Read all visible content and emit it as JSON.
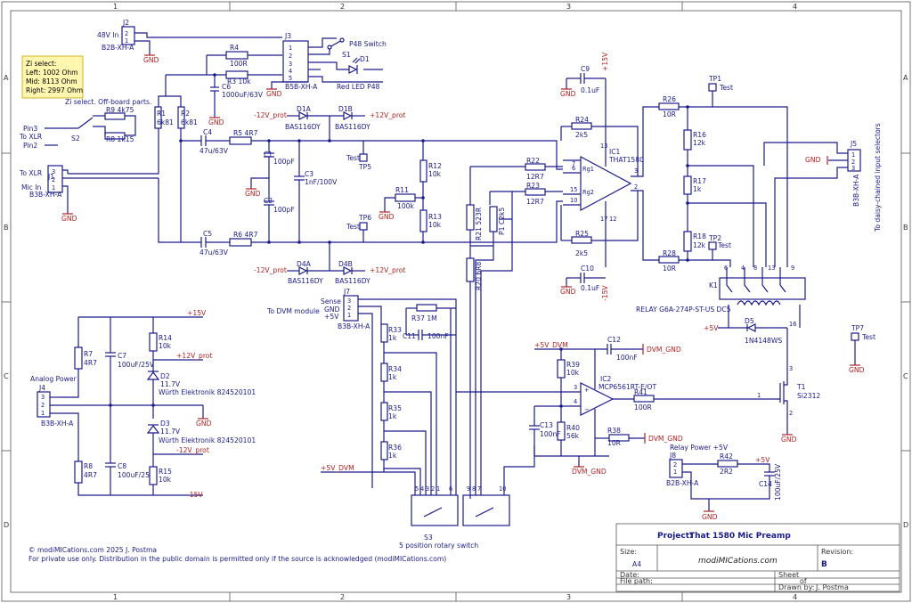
{
  "border": {
    "columns": [
      "1",
      "2",
      "3",
      "4"
    ],
    "rows": [
      "A",
      "B",
      "C",
      "D"
    ]
  },
  "note": {
    "title": "Zi select:",
    "lines": [
      "Left: 1002 Ohm",
      "Mid: 8113 Ohm",
      "Right: 2997 Ohm"
    ]
  },
  "labels": {
    "j2_name": "J2",
    "j2_pin": "48V In",
    "j2_part": "B2B-XH-A",
    "j3_name": "J3",
    "j3_part": "B5B-XH-A",
    "j3_pins": [
      "1",
      "2",
      "3",
      "4",
      "5"
    ],
    "p48": "P48 Switch",
    "s1": "S1",
    "d1": "D1",
    "d1_desc": "Red LED P48",
    "r4": "R4",
    "r4v": "100R",
    "r3": "R3  10k",
    "c6": "C6",
    "c6v": "1000uF/63V",
    "zi_offboard": "Zi select. Off-board parts.",
    "r9": "R9  4k75",
    "r8": "R8  1k15",
    "s2": "S2",
    "pin3": "Pin3",
    "toxlr": "To XLR",
    "pin2": "Pin2",
    "r1": "R1",
    "r1v": "6k81",
    "r2": "R2",
    "r2v": "6k81",
    "j1_desc1": "To XLR",
    "j1_desc2": "Mic In",
    "j1_name": "J1",
    "j1_part": "B3B-XH-A",
    "j1_pins": [
      "3",
      "2",
      "1"
    ],
    "d1a": "D1A",
    "d1b": "D1B",
    "d1_part": "BAS116DY",
    "neg12": "-12V_prot",
    "pos12": "+12V_prot",
    "c4": "C4",
    "c4v": "47u/63V",
    "r5": "R5  4R7",
    "c5": "C5",
    "c5v": "47u/63V",
    "r6": "R6  4R7",
    "c1": "C1",
    "c1v": "100pF",
    "c2": "C2",
    "c2v": "100pF",
    "c3": "C3",
    "c3v": "1nF/100V",
    "tp5": "TP5",
    "tp6": "TP6",
    "test": "Test",
    "r11": "R11",
    "r11v": "100k",
    "r12": "R12",
    "r12v": "10k",
    "r13": "R13",
    "r13v": "10k",
    "d4a": "D4A",
    "d4b": "D4B",
    "r22": "R22",
    "r22v": "12R7",
    "r23": "R23",
    "r23v": "12R7",
    "r21": "R21  523R",
    "r20": "R20  6R8",
    "p1": "P1  C2k5",
    "r24": "R24",
    "r24v": "2k5",
    "r25": "R25",
    "r25v": "2k5",
    "c9": "C9",
    "c9v": "0.1uF",
    "c10": "C10",
    "c10v": "0.1uF",
    "p15": "+15V",
    "n15": "-15V",
    "ic1": "IC1",
    "ic1v": "THAT1580",
    "r26": "R26",
    "r26v": "10R",
    "r28": "R28",
    "r28v": "10R",
    "tp1": "TP1",
    "tp2": "TP2",
    "r16": "R16",
    "r16v": "12k",
    "r17": "R17",
    "r17v": "1k",
    "r18": "R18",
    "r18v": "12k",
    "j5": "J5",
    "j5_part": "B3B-XH-A",
    "j5_desc": "To daisy-chained input selectors",
    "k1": "K1",
    "k1_part": "RELAY G6A-274P-ST-US DC5",
    "d5": "D5",
    "d5v": "1N4148WS",
    "p5": "+5V",
    "tp7": "TP7",
    "t1": "T1",
    "t1v": "Si2312",
    "gnd": "GND",
    "j7": "J7",
    "j7_part": "B3B-XH-A",
    "sense": "Sense",
    "j7gnd": "GND",
    "j7p5": "+5V",
    "todvm": "To DVM module",
    "r37": "R37  1M",
    "c11": "C11",
    "c11v": "100nF",
    "r33": "R33",
    "r34": "R34",
    "r35": "R35",
    "r36": "R36",
    "r1k": "1k",
    "p5dvm": "+5V_DVM",
    "dvmgnd": "DVM_GND",
    "c12": "C12",
    "c12v": "100nF",
    "r39": "R39",
    "r39v": "10k",
    "r40": "R40",
    "r40v": "56k",
    "c13": "C13",
    "c13v": "100nF",
    "ic2": "IC2",
    "ic2v": "MCP6561RT-E/OT",
    "r41": "R41",
    "r41v": "100R",
    "r38": "R38",
    "r38v": "10R",
    "s3": "S3",
    "s3v": "5 position rotary switch",
    "analog": "Analog Power",
    "j4": "J4",
    "j4_part": "B3B-XH-A",
    "r7": "R7",
    "r7v": "4R7",
    "r8b": "R8",
    "r8bv": "4R7",
    "c7": "C7",
    "c7v": "100uF/25V",
    "c8": "C8",
    "c8v": "100uF/25V",
    "r14": "R14",
    "r14v": "10k",
    "r15": "R15",
    "r15v": "10k",
    "d2": "D2",
    "d2v": "11.7V",
    "d3": "D3",
    "d3v": "11.7V",
    "wurth": "Würth Elektronik 824520101",
    "relaypower": "Relay Power +5V",
    "j8": "J8",
    "j8_part": "B2B-XH-A",
    "r42": "R42",
    "r42v": "2R2",
    "c14": "C14",
    "c14v": "100uF/25V",
    "copyright": "© modiMICations.com 2025 J. Postma",
    "license": "For private use only. Distribution in the public domain is permitted only if the source is acknowledged (modiMICations.com)"
  },
  "title_block": {
    "project_label": "Project:",
    "project": "That 1580 Mic Preamp",
    "size_label": "Size:",
    "size": "A4",
    "revision_label": "Revision:",
    "revision": "B",
    "logo": "modiMICations.com",
    "date_label": "Date:",
    "sheet_label": "Sheet",
    "of_label": "of",
    "filepath_label": "File path:",
    "drawnby_label": "Drawn by:",
    "drawnby": "J. Postma"
  }
}
